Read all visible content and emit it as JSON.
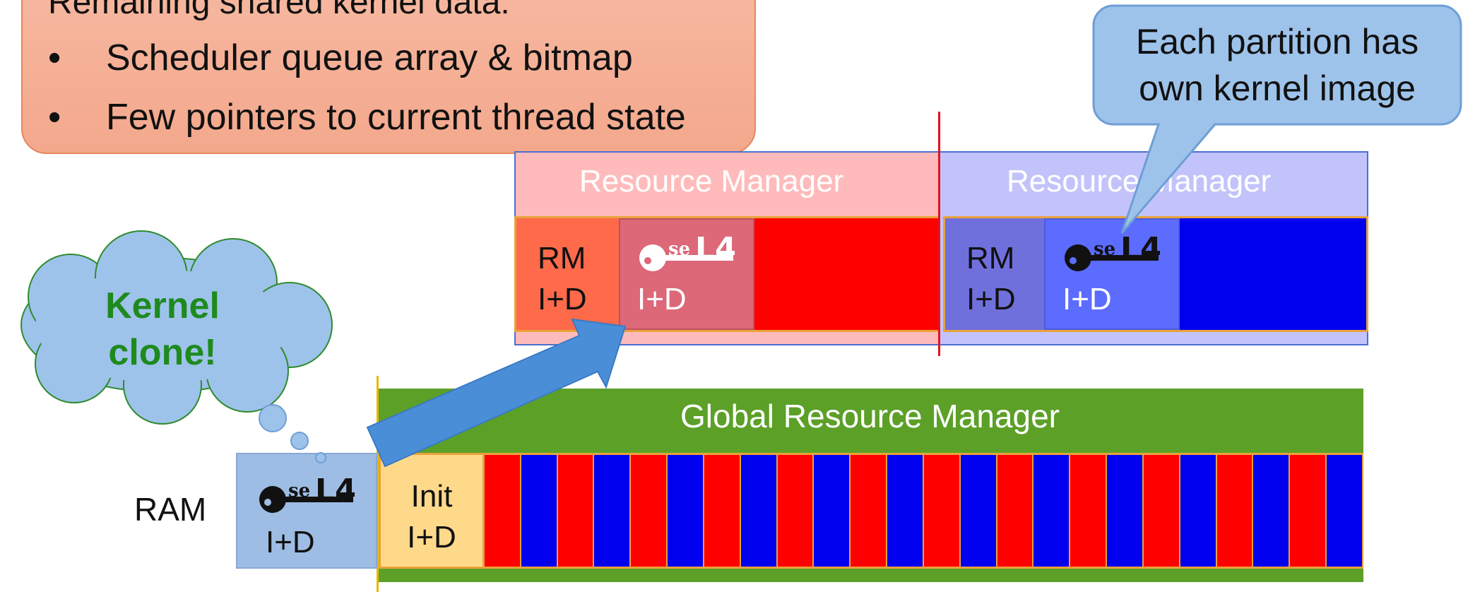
{
  "note": {
    "heading": "Remaining shared kernel data:",
    "bullets": [
      {
        "marker": "•",
        "text": "Scheduler queue array & bitmap"
      },
      {
        "marker": "•",
        "text": "Few pointers to current thread state"
      }
    ]
  },
  "partitions": {
    "left_title": "Resource Manager",
    "right_title": "Resource Manager",
    "rm_label": "RM",
    "id_label": "I+D"
  },
  "logo": {
    "text": "seL4"
  },
  "global": {
    "title": "Global Resource Manager",
    "ram_label": "RAM",
    "init_label": "Init",
    "id_label": "I+D",
    "stripe_pattern": [
      "red",
      "blue",
      "red",
      "blue",
      "red",
      "blue",
      "red",
      "blue",
      "red",
      "blue",
      "red",
      "blue",
      "red",
      "blue",
      "red",
      "blue",
      "red",
      "blue",
      "red",
      "blue",
      "red",
      "blue",
      "red",
      "blue"
    ]
  },
  "speech_bubble": {
    "line1": "Each partition has",
    "line2": "own kernel image"
  },
  "thought_cloud": {
    "line1": "Kernel",
    "line2": "clone!"
  },
  "colors": {
    "red": "#ff0000",
    "blue": "#0000ee",
    "green": "#5ca028",
    "orange_note": "#f3a88c",
    "callout_blue": "#9ec3ea",
    "divider": "#e81020"
  }
}
